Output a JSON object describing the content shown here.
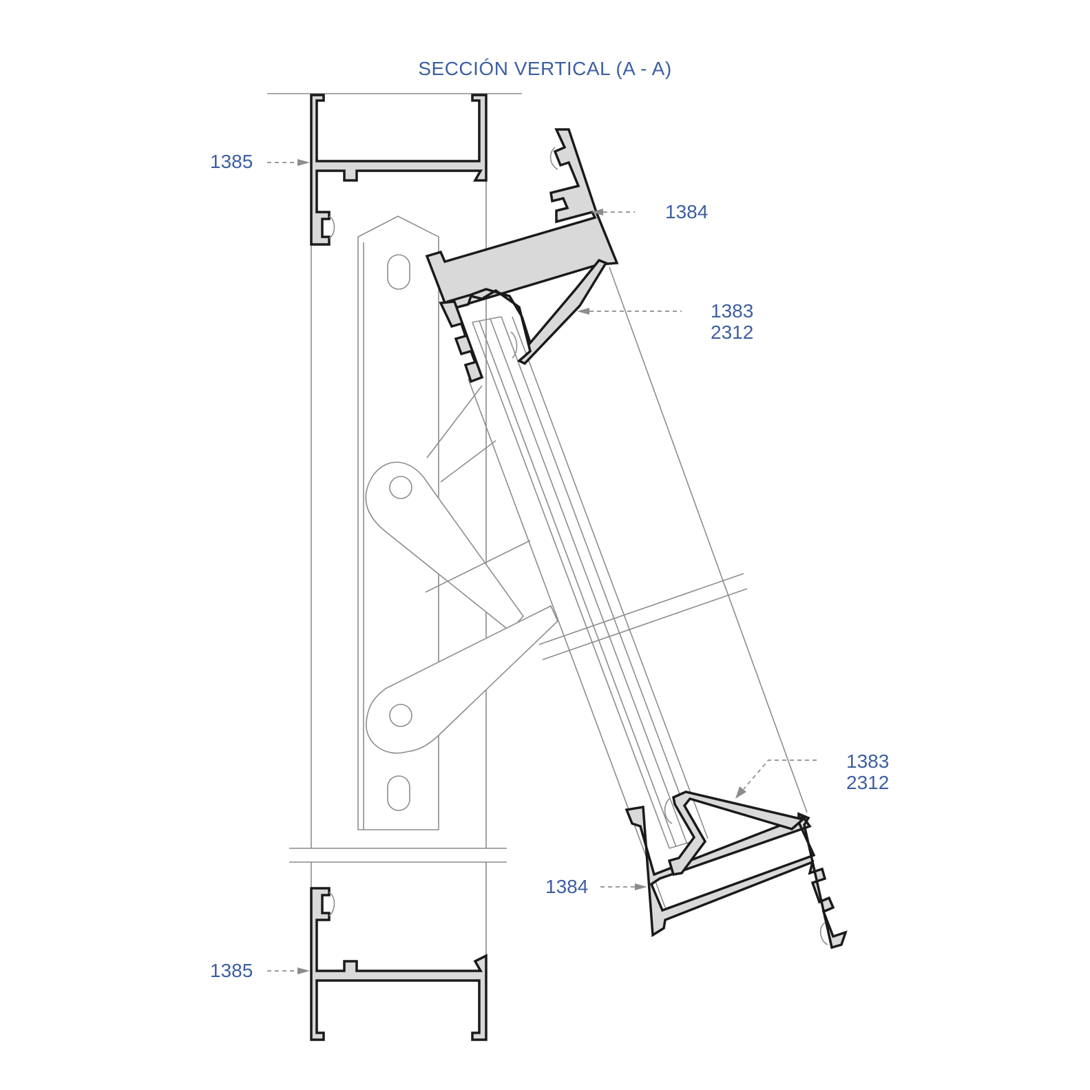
{
  "title": "SECCIÓN VERTICAL (A - A)",
  "labels": {
    "top_frame": "1385",
    "bottom_frame": "1385",
    "upper_sash": "1384",
    "lower_sash": "1384",
    "upper_bead": {
      "line1": "1383",
      "line2": "2312"
    },
    "lower_bead": {
      "line1": "1383",
      "line2": "2312"
    }
  },
  "colors": {
    "label_text": "#3d5fa0",
    "profile_fill": "#d9d9d9",
    "profile_stroke": "#1a1a1a",
    "construction_lines": "#8c8c8c"
  }
}
